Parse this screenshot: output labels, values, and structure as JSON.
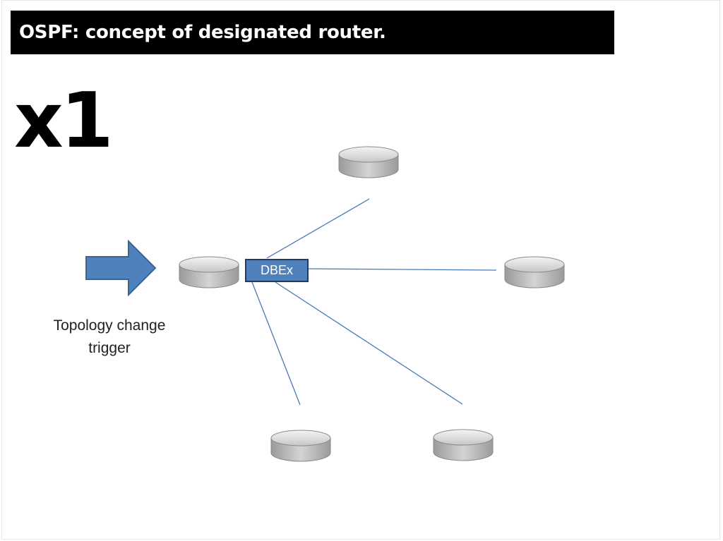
{
  "slide": {
    "title": "OSPF: concept of designated router.",
    "counter": "x1"
  },
  "diagram": {
    "packet_label": "DBEx",
    "trigger_label": "Topology change\ntrigger",
    "colors": {
      "title_bar": "#000000",
      "title_text": "#ffffff",
      "link": "#4a7ab5",
      "packet_fill": "#4f81bd",
      "arrow_fill": "#4f81bd",
      "router_body": "#b8b8b8"
    }
  }
}
